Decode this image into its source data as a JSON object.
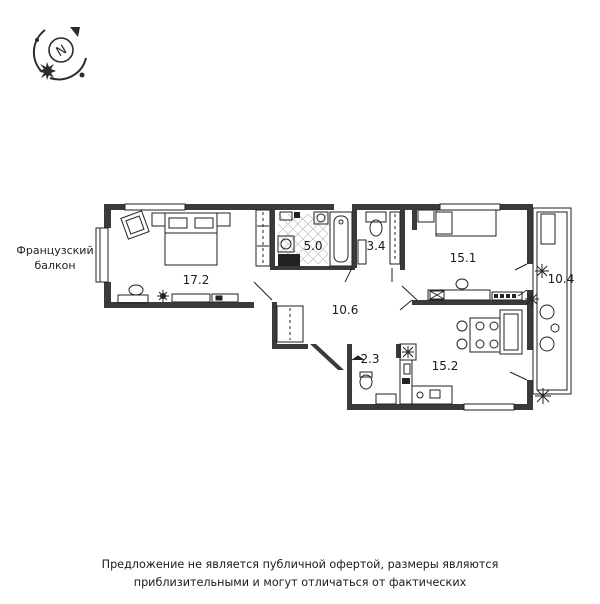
{
  "compass": {
    "letter": "N"
  },
  "balcony": {
    "line1": "Французский",
    "line2": "балкон"
  },
  "rooms": {
    "bedroom": "17.2",
    "bathroom": "5.0",
    "toilet": "3.4",
    "bedroom2": "15.1",
    "loggia": "10.4",
    "hall": "10.6",
    "wc": "2.3",
    "kitchen": "15.2"
  },
  "disclaimer": {
    "line1": "Предложение не является публичной офертой, размеры являются",
    "line2": "приблизительными и могут отличаться от фактических"
  },
  "colors": {
    "wall": "#3a3a3a",
    "line": "#222222",
    "logo": "#2b2b2b"
  }
}
